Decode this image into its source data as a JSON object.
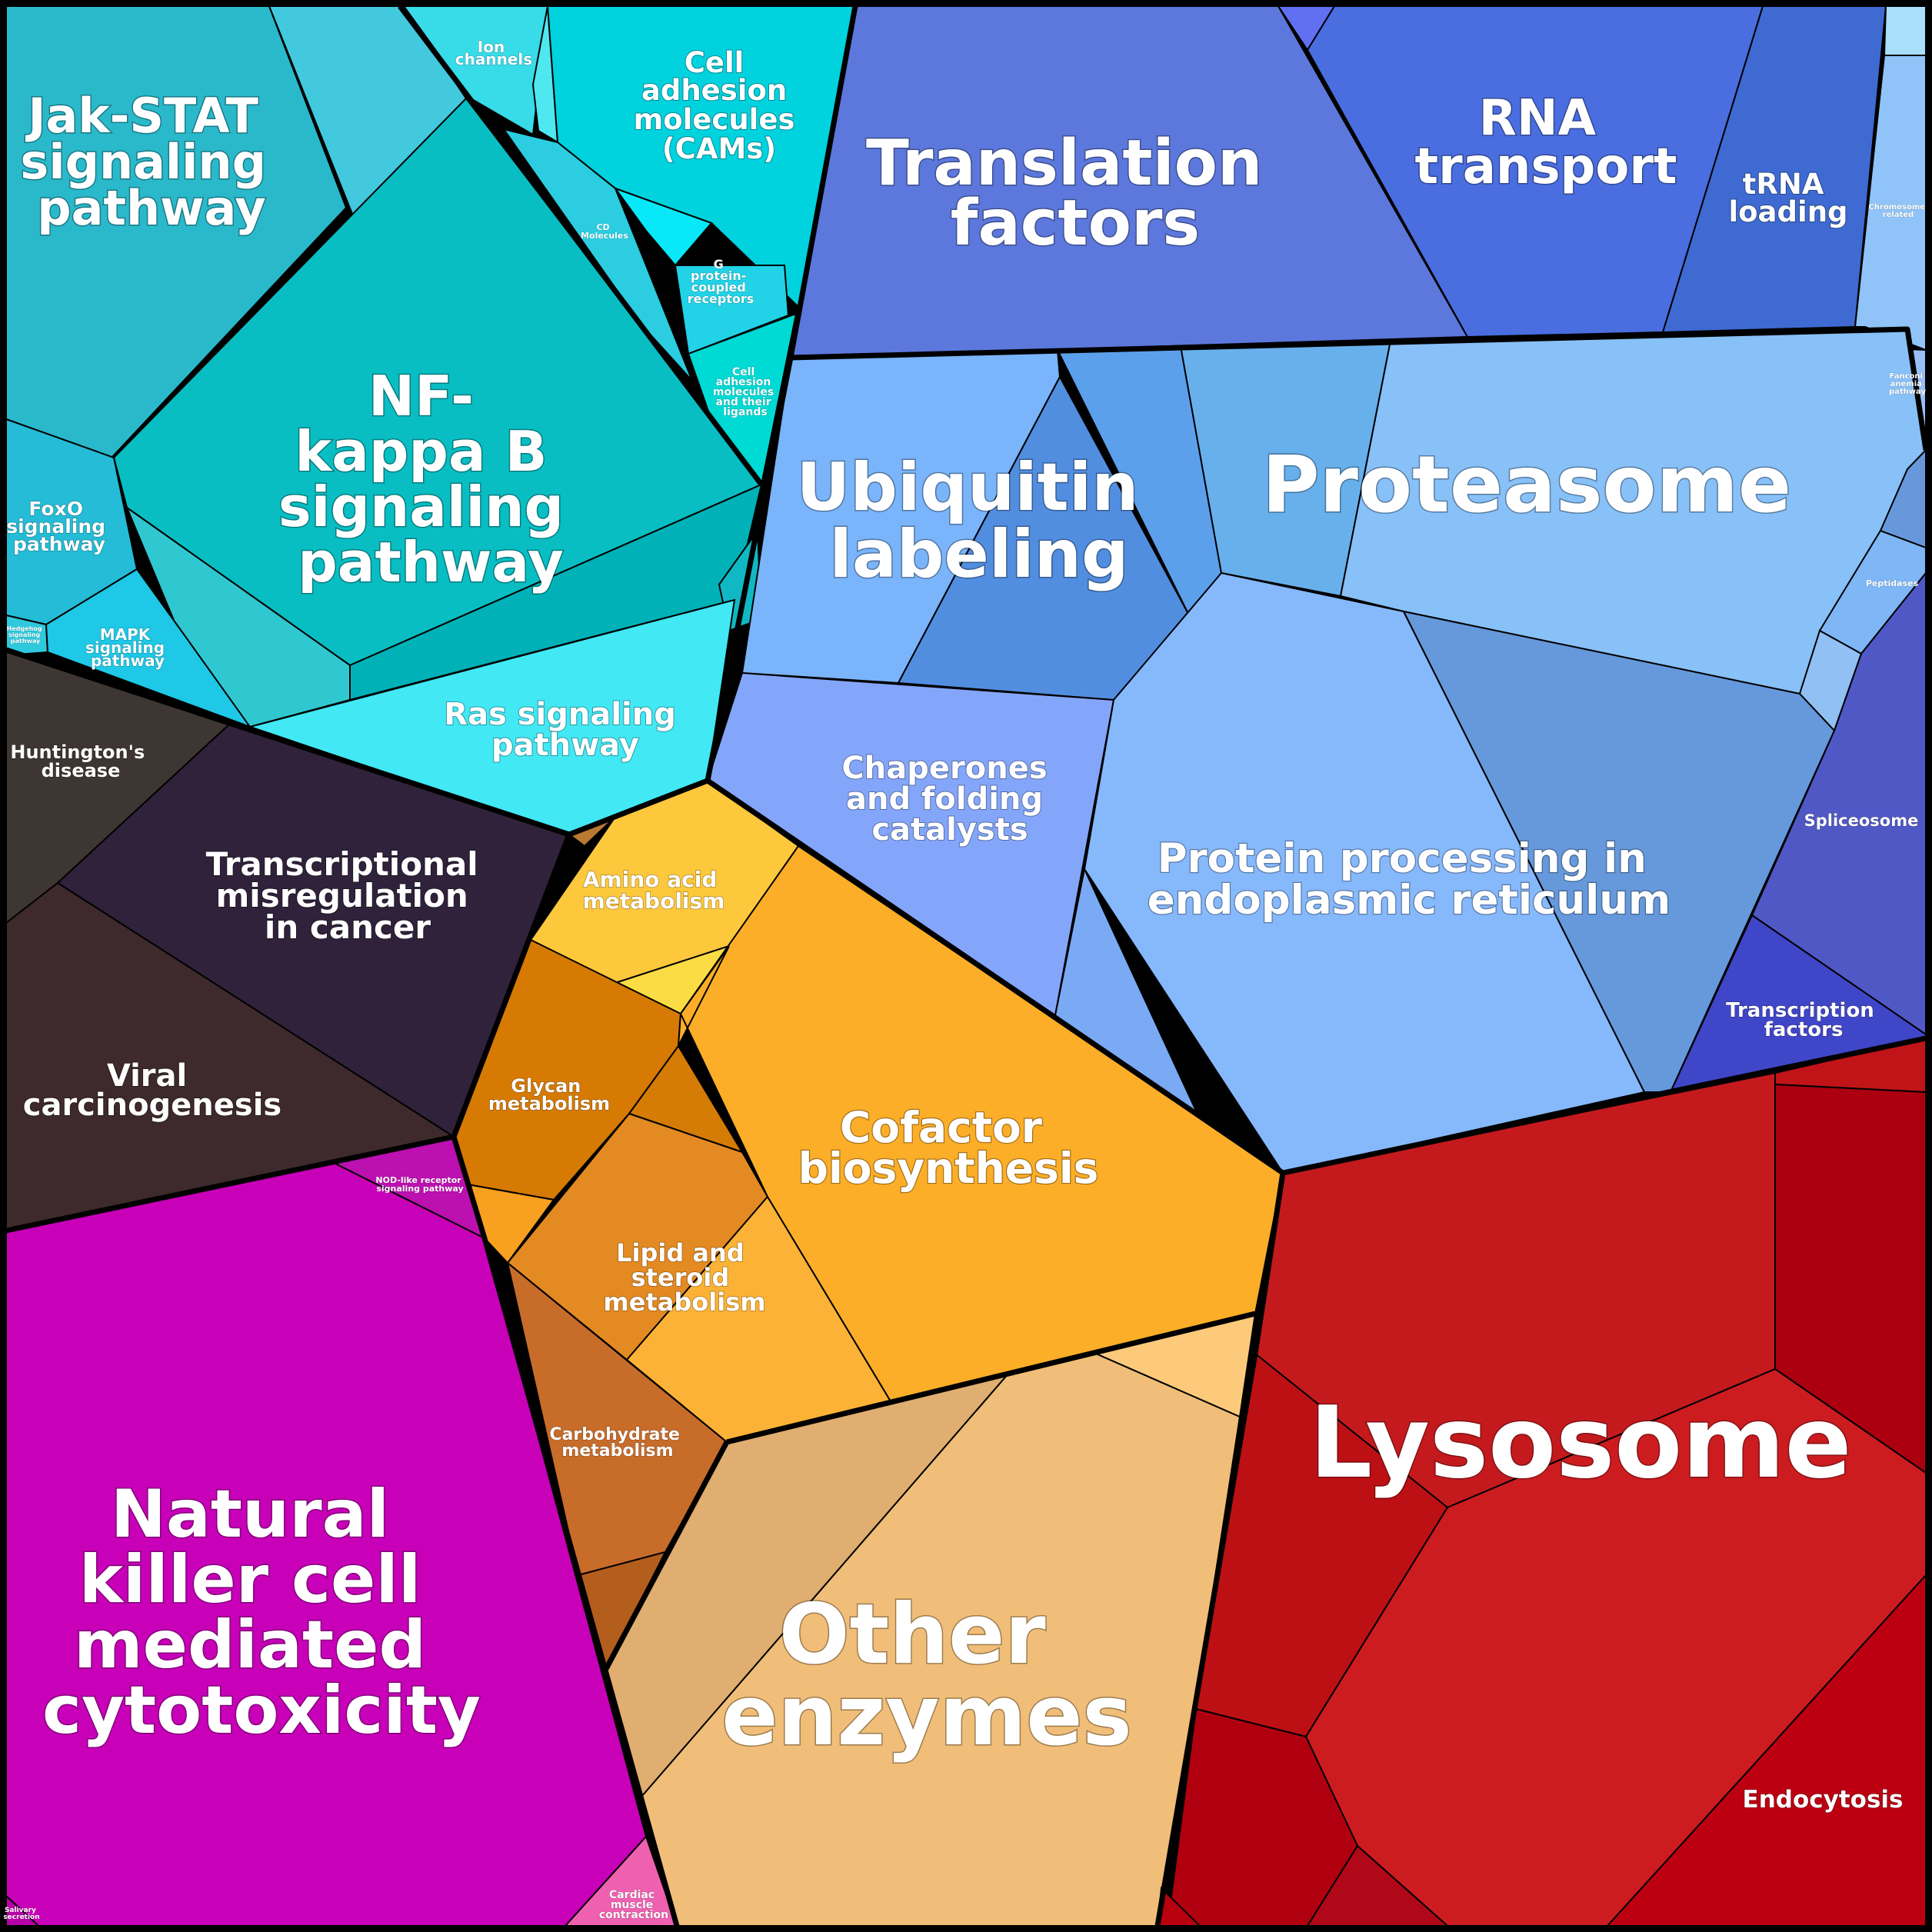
{
  "labels": {
    "jak_stat": [
      "Jak-STAT",
      "signaling",
      "pathway"
    ],
    "ion_channels": [
      "Ion",
      "channels"
    ],
    "cams": [
      "Cell",
      "adhesion",
      "molecules",
      "(CAMs)"
    ],
    "cd_molecules": [
      "CD",
      "Molecules"
    ],
    "gpcr": [
      "G",
      "protein-",
      "coupled",
      "receptors"
    ],
    "cam_ligands": [
      "Cell",
      "adhesion",
      "molecules",
      "and their",
      "ligands"
    ],
    "nfkb": [
      "NF-",
      "kappa B",
      "signaling",
      "pathway"
    ],
    "foxo": [
      "FoxO",
      "signaling",
      "pathway"
    ],
    "hedgehog": [
      "Hedgehog",
      "signaling",
      "pathway"
    ],
    "mapk": [
      "MAPK",
      "signaling",
      "pathway"
    ],
    "ras": [
      "Ras signaling",
      "pathway"
    ],
    "translation": [
      "Translation",
      "factors"
    ],
    "rna_transport": [
      "RNA",
      "transport"
    ],
    "trna": [
      "tRNA",
      "loading"
    ],
    "chromosome": [
      "Chromosome",
      "related"
    ],
    "fanconi": [
      "Fanconi",
      "anemia",
      "pathway"
    ],
    "ubiquitin": [
      "Ubiquitin",
      "labeling"
    ],
    "proteasome": [
      "Proteasome"
    ],
    "peptidases": [
      "Peptidases"
    ],
    "chaperones": [
      "Chaperones",
      "and folding",
      "catalysts"
    ],
    "protein_processing": [
      "Protein processing in",
      "endoplasmic reticulum"
    ],
    "spliceosome": [
      "Spliceosome"
    ],
    "transcription_factors": [
      "Transcription",
      "factors"
    ],
    "huntington": [
      "Huntington's",
      "disease"
    ],
    "transcriptional": [
      "Transcriptional",
      "misregulation",
      "in cancer"
    ],
    "viral": [
      "Viral",
      "carcinogenesis"
    ],
    "nod": [
      "NOD-like receptor",
      "signaling pathway"
    ],
    "amino_acid": [
      "Amino acid",
      "metabolism"
    ],
    "glycan": [
      "Glycan",
      "metabolism"
    ],
    "cofactor": [
      "Cofactor",
      "biosynthesis"
    ],
    "lipid": [
      "Lipid and",
      "steroid",
      "metabolism"
    ],
    "carbohydrate": [
      "Carbohydrate",
      "metabolism"
    ],
    "nk": [
      "Natural",
      "killer cell",
      "mediated",
      "cytotoxicity"
    ],
    "salivary": [
      "Salivary",
      "secretion"
    ],
    "cardiac": [
      "Cardiac",
      "muscle",
      "contraction"
    ],
    "other_enzymes": [
      "Other",
      "enzymes"
    ],
    "lysosome": [
      "Lysosome"
    ],
    "endocytosis": [
      "Endocytosis"
    ]
  },
  "colors": {
    "teal_group": "#22b8cc",
    "blue_group": "#5a78dc",
    "lightblue_group": "#80b4f8",
    "dark_group": "#3a2a38",
    "orange_group": "#fbb02c",
    "magenta_group": "#c800b8",
    "tan_group": "#efbc78",
    "red_group": "#c0181c"
  }
}
